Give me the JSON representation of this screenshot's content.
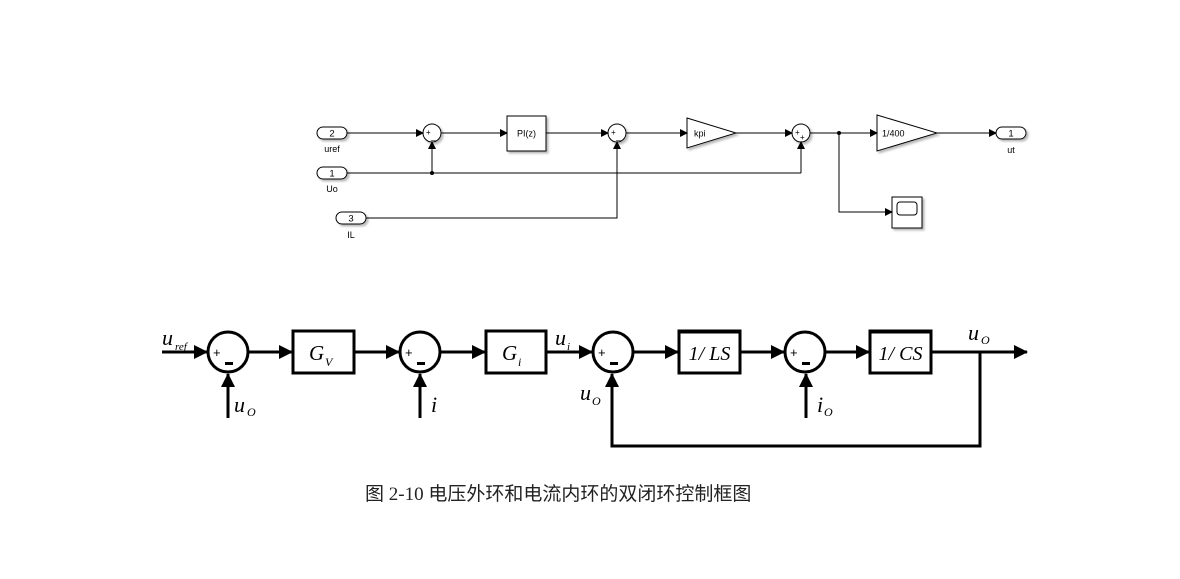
{
  "simulink": {
    "inports": [
      {
        "number": "2",
        "label": "uref"
      },
      {
        "number": "1",
        "label": "Uo"
      },
      {
        "number": "3",
        "label": "IL"
      }
    ],
    "outport": {
      "number": "1",
      "label": "ut"
    },
    "sum1": {
      "signs": [
        "+",
        "_"
      ]
    },
    "sum2": {
      "signs": [
        "+",
        "_"
      ]
    },
    "sum3": {
      "signs": [
        "+",
        "+"
      ]
    },
    "pi_block": {
      "label": "PI(z)"
    },
    "gain_kpi": {
      "label": "kpi"
    },
    "gain_scale": {
      "label": "1/400"
    },
    "scope": {
      "label": ""
    }
  },
  "block_diagram": {
    "input_label": {
      "main": "u",
      "sub": "ref"
    },
    "blocks": [
      {
        "main": "G",
        "sub": "V"
      },
      {
        "main": "G",
        "sub": "i"
      },
      {
        "main": "1/ LS",
        "sub": ""
      },
      {
        "main": "1/ CS",
        "sub": ""
      }
    ],
    "sums": [
      {
        "plus": "+",
        "minus": "-"
      },
      {
        "plus": "+",
        "minus": "-"
      },
      {
        "plus": "+",
        "minus": "-"
      },
      {
        "plus": "+",
        "minus": "-"
      }
    ],
    "feedback_labels": [
      {
        "main": "u",
        "sub": "O"
      },
      {
        "main": "i",
        "sub": ""
      },
      {
        "main": "u",
        "sub": "O"
      },
      {
        "main": "i",
        "sub": "O"
      }
    ],
    "signal_ui": {
      "main": "u",
      "sub": "i"
    },
    "output_label": {
      "main": "u",
      "sub": "O"
    }
  },
  "caption": "图 2-10  电压外环和电流内环的双闭环控制框图"
}
